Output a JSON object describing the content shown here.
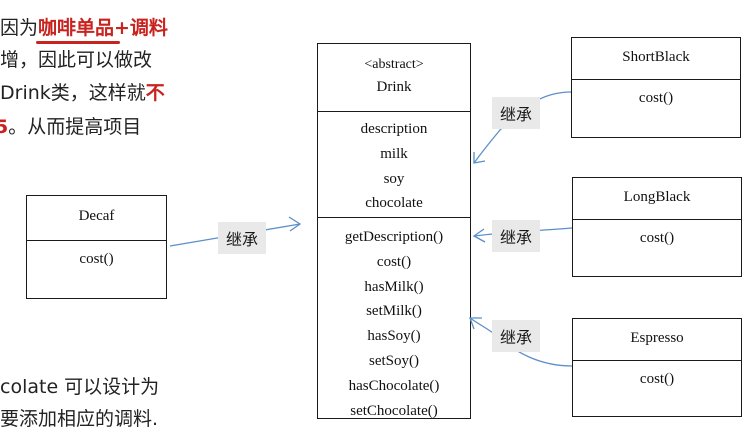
{
  "text_top": {
    "line1_prefix": "因为",
    "line1_highlight": "咖啡单品+调料",
    "line2": "增，因此可以做改",
    "line3_prefix": "Drink类，这样就",
    "line3_highlight": "不",
    "line4_fragment": "5",
    "line4_rest": "。从而提高项目"
  },
  "text_bottom": {
    "line1": "colate 可以设计为",
    "line2": "要添加相应的调料."
  },
  "drink": {
    "stereotype": "<abstract>",
    "name": "Drink",
    "fields": [
      "description",
      "milk",
      "soy",
      "chocolate"
    ],
    "methods": [
      "getDescription()",
      "cost()",
      "hasMilk()",
      "setMilk()",
      "hasSoy()",
      "setSoy()",
      "hasChocolate()",
      "setChocolate()"
    ]
  },
  "decaf": {
    "name": "Decaf",
    "method": "cost()"
  },
  "short_black": {
    "name": "ShortBlack",
    "method": "cost()"
  },
  "long_black": {
    "name": "LongBlack",
    "method": "cost()"
  },
  "espresso": {
    "name": "Espresso",
    "method": "cost()"
  },
  "relation_labels": {
    "decaf": "继承",
    "short_black": "继承",
    "long_black": "继承",
    "espresso": "继承"
  },
  "colors": {
    "arrow": "#5b8fc9",
    "highlight_red": "#c8231f",
    "label_bg": "#e9e9e9"
  }
}
